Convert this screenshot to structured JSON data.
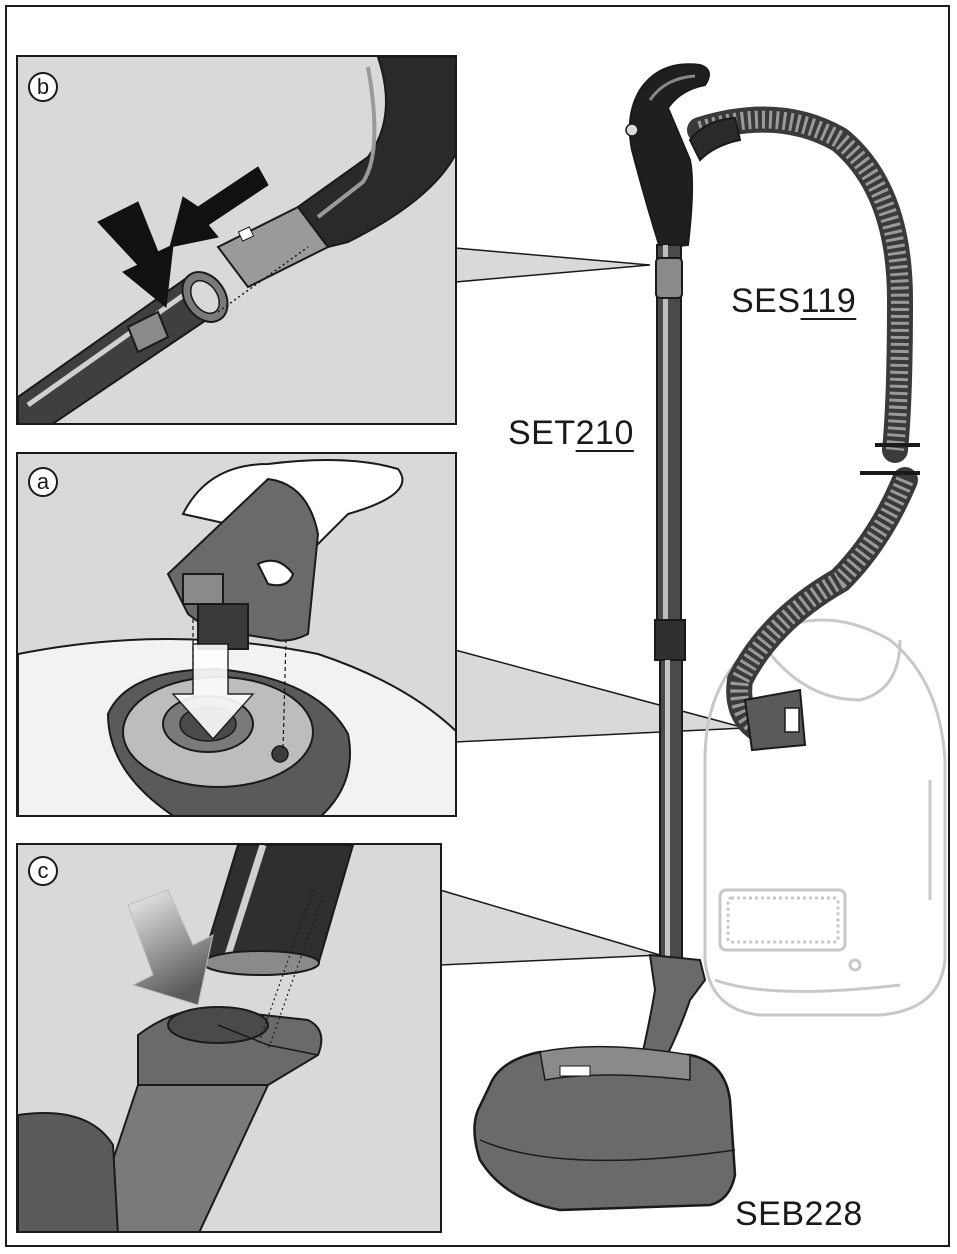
{
  "figure": {
    "panels": [
      {
        "id": "b",
        "badge": "b",
        "content": "hose-handle-to-tube"
      },
      {
        "id": "a",
        "badge": "a",
        "content": "hose-connector-into-socket"
      },
      {
        "id": "c",
        "badge": "c",
        "content": "tube-into-floorhead"
      }
    ],
    "labels": {
      "hose_prefix": "SES",
      "hose_suffix": "119",
      "tube_prefix": "SET",
      "tube_suffix": "210",
      "floorhead": "SEB228"
    },
    "colors": {
      "panel_bg": "#d9d9d9",
      "line": "#1a1a1a",
      "metal": "#4a4a4a",
      "appliance_outline": "#c8c8c8"
    }
  }
}
